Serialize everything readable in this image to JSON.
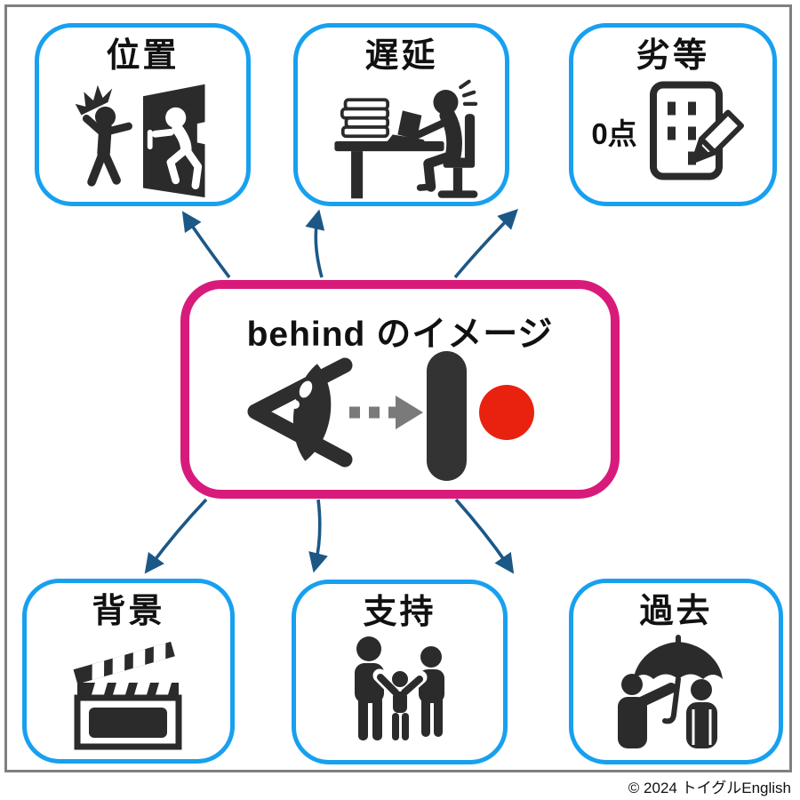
{
  "center": {
    "title": "behind のイメージ"
  },
  "nodes": [
    {
      "label": "位置"
    },
    {
      "label": "遅延"
    },
    {
      "label": "劣等",
      "score": "0点"
    },
    {
      "label": "背景"
    },
    {
      "label": "支持"
    },
    {
      "label": "過去"
    }
  ],
  "footer": {
    "copyright": "© 2024 トイグルEnglish"
  },
  "colors": {
    "node_border": "#18a0f0",
    "center_border": "#d81b7b",
    "arrow": "#1c5886",
    "red_dot": "#e8220f",
    "icon_dark": "#2b2b2b",
    "frame": "#7f7f7f"
  }
}
